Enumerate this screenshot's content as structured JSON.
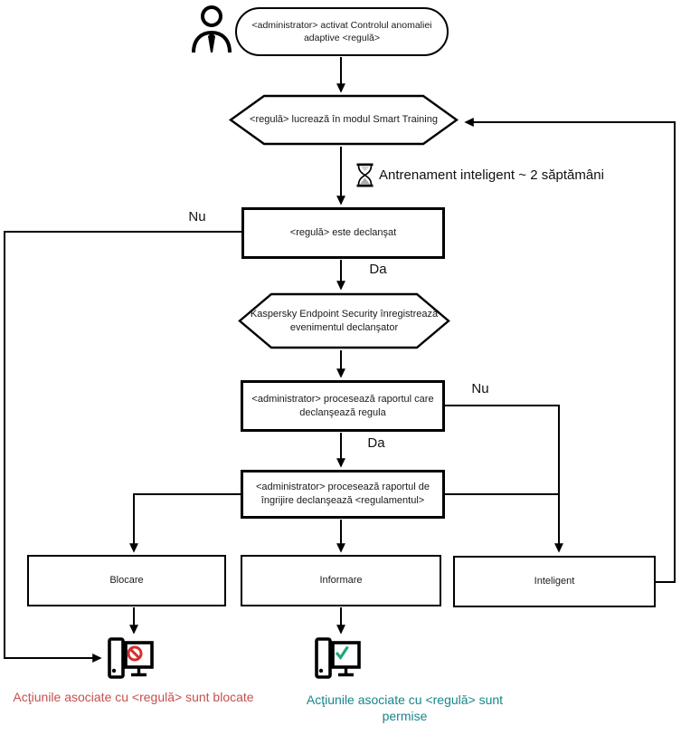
{
  "diagram": {
    "title_hint": "Adaptive Anomaly Control rule workflow (Kaspersky Endpoint Security)",
    "colors": {
      "line": "#000000",
      "blocked_text": "#c4504d",
      "allowed_text": "#16868c",
      "prohibit_sign": "#d32f2f",
      "check_sign": "#1fa67d"
    },
    "nodes": {
      "start": {
        "shape": "stadium",
        "text": "<administrator> activat Controlul anomaliei adaptive <regulă>"
      },
      "smart_training": {
        "shape": "hexagon",
        "text": "<regulă> lucrează în modul Smart Training"
      },
      "rule_triggered": {
        "shape": "rect",
        "text": "<regulă> este declanşat"
      },
      "kes_logs": {
        "shape": "hexagon",
        "text": "Kaspersky Endpoint Security înregistrează evenimentul declanşator"
      },
      "report_processed": {
        "shape": "rect",
        "text": "<administrator> procesează raportul care declanşează regula"
      },
      "report_care": {
        "shape": "rect",
        "text": "<administrator> procesează raportul de îngrijire declanşează <regulamentul>"
      },
      "blocare": {
        "shape": "rect",
        "text": "Blocare"
      },
      "informare": {
        "shape": "rect",
        "text": "Informare"
      },
      "inteligent": {
        "shape": "rect",
        "text": "Inteligent"
      }
    },
    "annotations": {
      "training_note": {
        "icon": "hourglass-icon",
        "text": "Antrenament inteligent ~ 2 săptămâni"
      }
    },
    "edge_labels": {
      "no1": "Nu",
      "yes1": "Da",
      "no2": "Nu",
      "yes2": "Da"
    },
    "outcomes": {
      "blocked": {
        "icon": "pc-blocked-icon",
        "text": "Acţiunile asociate cu <regulă> sunt blocate"
      },
      "allowed": {
        "icon": "pc-allowed-icon",
        "text": "Acţiunile asociate cu <regulă> sunt permise"
      }
    }
  }
}
